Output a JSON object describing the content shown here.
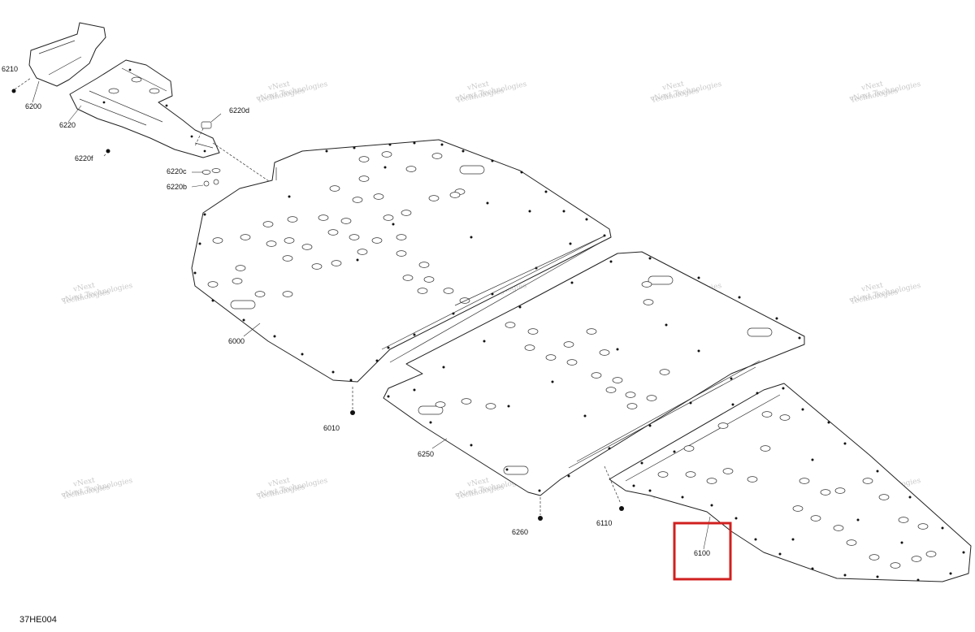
{
  "diagram_id": "37HE004",
  "highlighted_part": "6100",
  "callouts": {
    "c6210": "6210",
    "c6200": "6200",
    "c6220": "6220",
    "c6220d": "6220d",
    "c6220f": "6220f",
    "c6220c": "6220c",
    "c6220b": "6220b",
    "c6000": "6000",
    "c6010": "6010",
    "c6250": "6250",
    "c6260": "6260",
    "c6110": "6110",
    "c6100": "6100"
  },
  "watermark": {
    "line1": "vNext",
    "line2": "Technologies",
    "inline": "vNext Technologies"
  },
  "colors": {
    "line": "#222222",
    "highlight": "#d0201f",
    "watermark": "#b8b8b8"
  }
}
